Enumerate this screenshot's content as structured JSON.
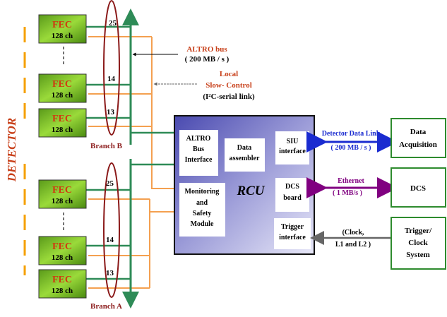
{
  "detector_label": "DETECTOR",
  "colors": {
    "fec_text_red": "#d03a10",
    "label_red": "#c8401a",
    "branch_red": "#8b1a1a",
    "ellipse": "#8b1a1a",
    "bus_green": "#2e8b57",
    "slow_orange": "#f4a050",
    "dash_orange": "#f5a000",
    "blue_link": "#1a2bd0",
    "purple_link": "#800080",
    "gray_link": "#666666",
    "box_green": "#2e8b2e"
  },
  "fecs": [
    {
      "title": "FEC",
      "channels": "128 ch",
      "index": "25",
      "branch": "B"
    },
    {
      "title": "FEC",
      "channels": "128 ch",
      "index": "14",
      "branch": "B"
    },
    {
      "title": "FEC",
      "channels": "128 ch",
      "index": "13",
      "branch": "B"
    },
    {
      "title": "FEC",
      "channels": "128 ch",
      "index": "25",
      "branch": "A"
    },
    {
      "title": "FEC",
      "channels": "128 ch",
      "index": "14",
      "branch": "A"
    },
    {
      "title": "FEC",
      "channels": "128 ch",
      "index": "13",
      "branch": "A"
    }
  ],
  "branches": {
    "b": "Branch B",
    "a": "Branch A"
  },
  "annotations": {
    "altro_bus": "ALTRO bus",
    "altro_rate": "( 200 MB / s )",
    "local": "Local",
    "slow_control": "Slow- Control",
    "i2c": "(I²C-serial link)"
  },
  "rcu": {
    "title": "RCU",
    "modules": {
      "altro_bus_1": "ALTRO",
      "altro_bus_2": "Bus",
      "altro_bus_3": "Interface",
      "data_asm_1": "Data",
      "data_asm_2": "assembler",
      "siu_1": "SIU",
      "siu_2": "interface",
      "mon_1": "Monitoring",
      "mon_2": "and",
      "mon_3": "Safety",
      "mon_4": "Module",
      "dcs_1": "DCS",
      "dcs_2": "board",
      "trig_1": "Trigger",
      "trig_2": "interface"
    }
  },
  "links": {
    "ddl": "Detector Data Link",
    "ddl_rate": "( 200 MB / s )",
    "eth": "Ethernet",
    "eth_rate": "( 1  MB/s )",
    "clk_1": "(Clock,",
    "clk_2": "L1 and L2 )"
  },
  "systems": {
    "daq_1": "Data",
    "daq_2": "Acquisition",
    "dcs": "DCS",
    "trig_1": "Trigger/",
    "trig_2": "Clock",
    "trig_3": "System"
  }
}
